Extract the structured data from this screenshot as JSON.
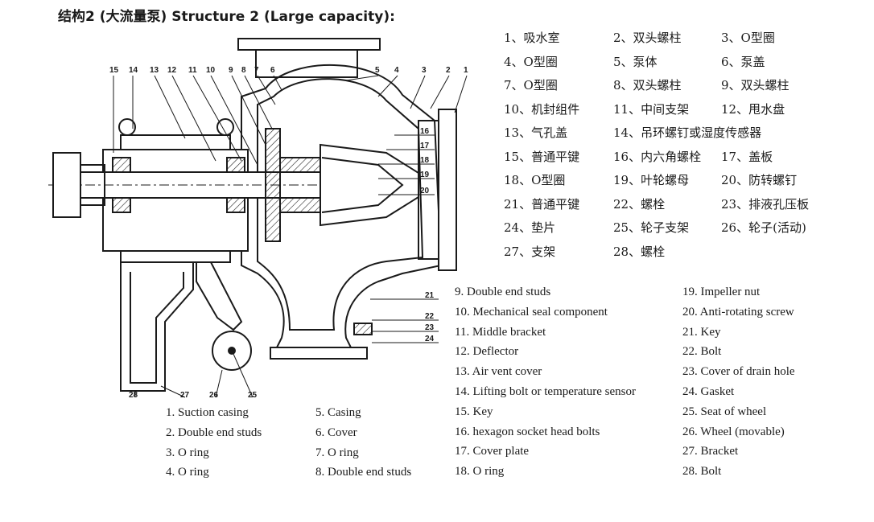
{
  "title": "结构2 (大流量泵) Structure 2 (Large capacity):",
  "callouts": {
    "top": [
      "15",
      "14",
      "13",
      "12",
      "11",
      "10",
      "9",
      "8",
      "7",
      "6",
      "5",
      "4",
      "3",
      "2",
      "1"
    ],
    "right": [
      "16",
      "17",
      "18",
      "19",
      "20",
      "21",
      "22",
      "23",
      "24"
    ],
    "bottom": [
      "28",
      "27",
      "26",
      "25"
    ]
  },
  "legend_cn": [
    "1、吸水室",
    "2、双头螺柱",
    "3、O型圈",
    "4、O型圈",
    "5、泵体",
    "6、泵盖",
    "7、O型圈",
    "8、双头螺柱",
    "9、双头螺柱",
    "10、机封组件",
    "11、中间支架",
    "12、甩水盘",
    "13、气孔盖",
    "14、吊环螺钉或湿度传感器",
    "",
    "15、普通平键",
    "16、内六角螺栓",
    "17、盖板",
    "18、O型圈",
    "19、叶轮螺母",
    "20、防转螺钉",
    "21、普通平键",
    "22、螺栓",
    "23、排液孔压板",
    "24、垫片",
    "25、轮子支架",
    "26、轮子(活动)",
    "27、支架",
    "28、螺栓",
    ""
  ],
  "legend_en_col1": [
    "1. Suction casing",
    "2. Double end studs",
    "3. O ring",
    "4. O ring"
  ],
  "legend_en_col2": [
    "5. Casing",
    "6. Cover",
    "7. O ring",
    "8. Double end studs"
  ],
  "legend_en_col3": [
    "9. Double end studs",
    "10. Mechanical seal component",
    "11. Middle bracket",
    "12. Deflector",
    "13. Air vent cover",
    "14. Lifting bolt or temperature sensor",
    "15. Key",
    "16. hexagon socket head bolts",
    "17. Cover plate",
    "18. O ring"
  ],
  "legend_en_col4": [
    "19. Impeller nut",
    "20. Anti-rotating screw",
    "21. Key",
    "22. Bolt",
    "23. Cover of drain hole",
    "24. Gasket",
    "25. Seat of wheel",
    "26. Wheel (movable)",
    "27. Bracket",
    "28. Bolt"
  ]
}
